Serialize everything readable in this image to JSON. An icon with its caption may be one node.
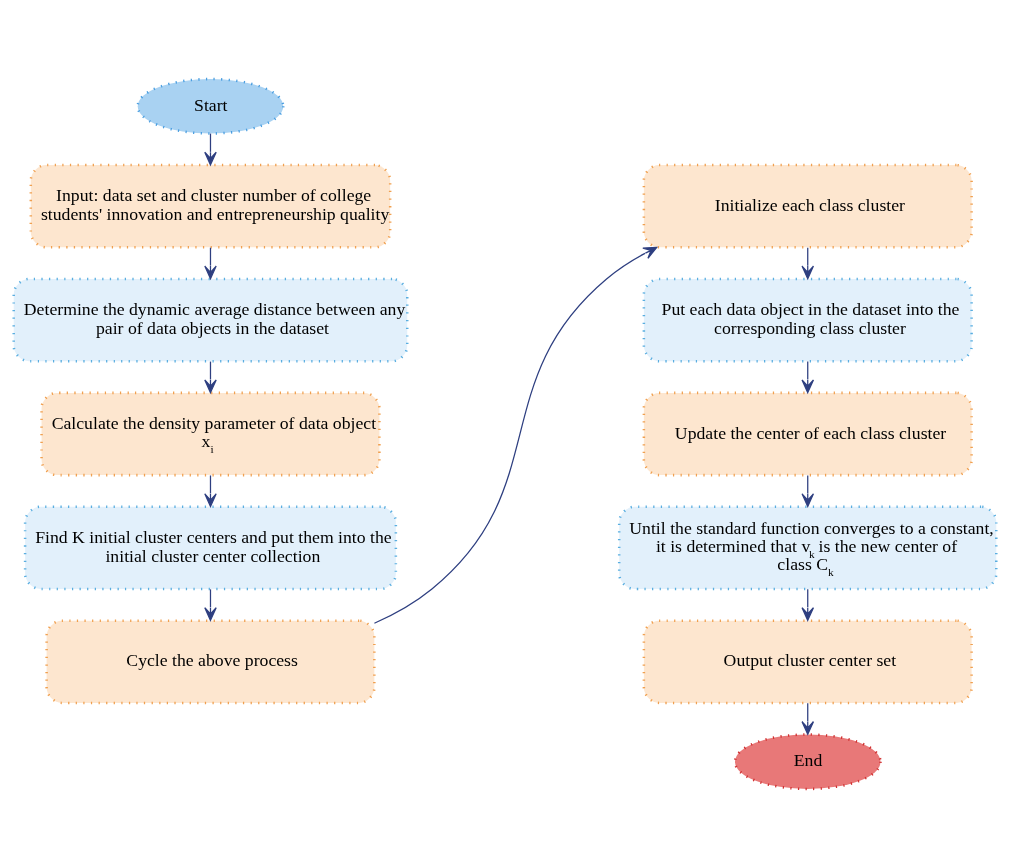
{
  "diagram": {
    "nodes": [
      {
        "text": [
          "Start"
        ]
      },
      {
        "text": [
          "Input: data set and cluster number of college students' innovation and entrepreneurship quality"
        ]
      },
      {
        "text": [
          "Determine the dynamic average distance between any pair of data objects in the dataset"
        ]
      },
      {
        "text": [
          "Calculate the density parameter of data object x$_{i}$"
        ]
      },
      {
        "text": [
          "Find K initial cluster centers and put them into the initial cluster center collection"
        ]
      },
      {
        "text": [
          "Cycle the above process"
        ]
      },
      {
        "text": [
          "Initialize each class cluster"
        ]
      },
      {
        "text": [
          "Put each data object in the dataset into the corresponding class cluster"
        ]
      },
      {
        "text": [
          "Update the center of each class cluster"
        ]
      },
      {
        "text": [
          "Until the standard function converges to a constant, it is determined that v$_{k}$ is the new center of class C$_{k}$"
        ]
      },
      {
        "text": [
          "Output cluster center set"
        ]
      },
      {
        "text": [
          "End"
        ]
      }
    ],
    "edges": [
      {
        "from": 0,
        "to": 1,
        "arrow": "to"
      },
      {
        "from": 1,
        "to": 2,
        "arrow": "to"
      },
      {
        "from": 2,
        "to": 3,
        "arrow": "to"
      },
      {
        "from": 3,
        "to": 4,
        "arrow": "to"
      },
      {
        "from": 4,
        "to": 5,
        "arrow": "to"
      },
      {
        "from": 5,
        "to": 6,
        "arrow": "to"
      },
      {
        "from": 6,
        "to": 7,
        "arrow": "to"
      },
      {
        "from": 7,
        "to": 8,
        "arrow": "to"
      },
      {
        "from": 8,
        "to": 9,
        "arrow": "to"
      },
      {
        "from": 9,
        "to": 10,
        "arrow": "to"
      },
      {
        "from": 10,
        "to": 11,
        "arrow": "to"
      }
    ]
  }
}
